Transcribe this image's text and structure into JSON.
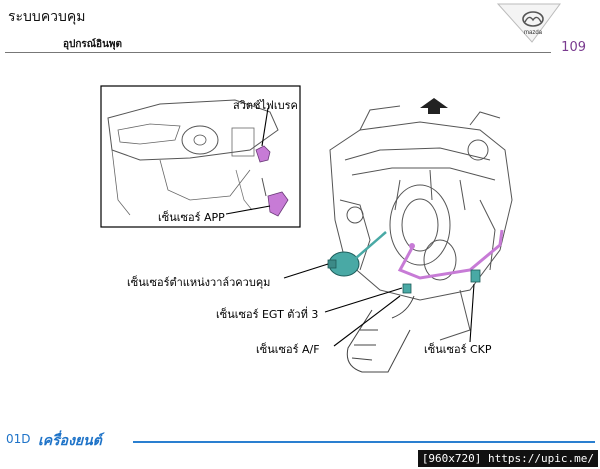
{
  "header": {
    "section_title": "ระบบควบคุม",
    "subtitle": "อุปกรณ์อินพุต",
    "page_number": "109",
    "brand_text": "mazda"
  },
  "labels": {
    "brake_switch": "สวิตช์ไฟเบรค",
    "app_sensor": "เซ็นเซอร์ APP",
    "throttle_position_sensor": "เซ็นเซอร์ตำแหน่งวาล์วควบคุม",
    "egt_sensor": "เซ็นเซอร์ EGT ตัวที่ 3",
    "af_sensor": "เซ็นเซอร์ A/F",
    "ckp_sensor": "เซ็นเซอร์ CKP"
  },
  "footer": {
    "code": "01D",
    "title": "เครื่องยนต์",
    "accent_color": "#1e73c8"
  },
  "watermark": "[960x720] https://upic.me/",
  "colors": {
    "highlight": "#c77bd6",
    "highlight_teal": "#49a9a5"
  }
}
